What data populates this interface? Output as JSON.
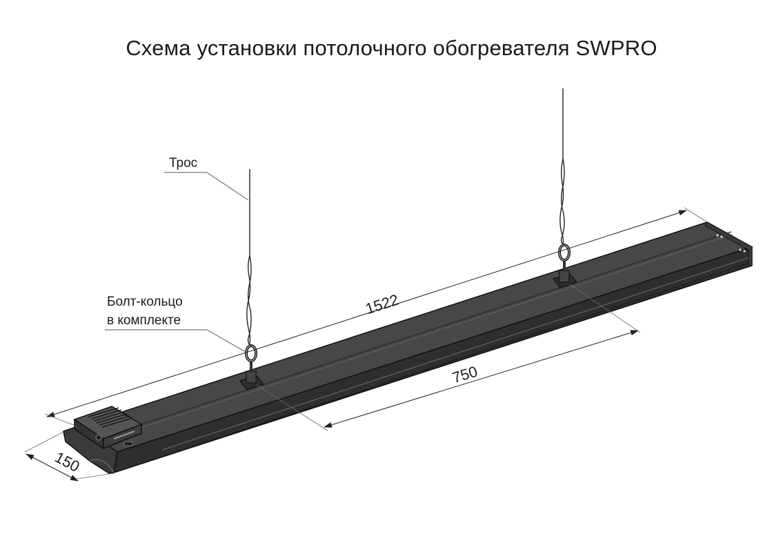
{
  "title": "Схема установки потолочного обогревателя SWPRO",
  "labels": {
    "cable": "Трос",
    "eyebolt_line1": "Болт-кольцо",
    "eyebolt_line2": "в комплекте"
  },
  "dimensions": {
    "length": "1522",
    "mount_spacing": "750",
    "width": "150"
  },
  "colors": {
    "body_dark": "#3a3a3a",
    "body_top": "#4a4a4a",
    "outline": "#111111",
    "leader": "#555555"
  }
}
